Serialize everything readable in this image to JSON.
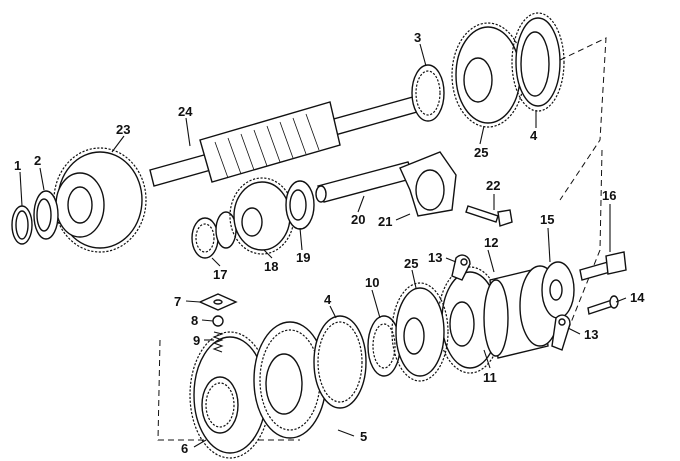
{
  "callouts": [
    {
      "id": "c1",
      "text": "1"
    },
    {
      "id": "c2",
      "text": "2"
    },
    {
      "id": "c3",
      "text": "3"
    },
    {
      "id": "c4a",
      "text": "4"
    },
    {
      "id": "c4b",
      "text": "4"
    },
    {
      "id": "c5",
      "text": "5"
    },
    {
      "id": "c6",
      "text": "6"
    },
    {
      "id": "c7",
      "text": "7"
    },
    {
      "id": "c8",
      "text": "8"
    },
    {
      "id": "c9",
      "text": "9"
    },
    {
      "id": "c10",
      "text": "10"
    },
    {
      "id": "c11",
      "text": "11"
    },
    {
      "id": "c12",
      "text": "12"
    },
    {
      "id": "c13a",
      "text": "13"
    },
    {
      "id": "c13b",
      "text": "13"
    },
    {
      "id": "c14",
      "text": "14"
    },
    {
      "id": "c15",
      "text": "15"
    },
    {
      "id": "c16",
      "text": "16"
    },
    {
      "id": "c17",
      "text": "17"
    },
    {
      "id": "c18",
      "text": "18"
    },
    {
      "id": "c19",
      "text": "19"
    },
    {
      "id": "c20",
      "text": "20"
    },
    {
      "id": "c21",
      "text": "21"
    },
    {
      "id": "c22",
      "text": "22"
    },
    {
      "id": "c23",
      "text": "23"
    },
    {
      "id": "c24",
      "text": "24"
    },
    {
      "id": "c25a",
      "text": "25"
    },
    {
      "id": "c25b",
      "text": "25"
    }
  ]
}
